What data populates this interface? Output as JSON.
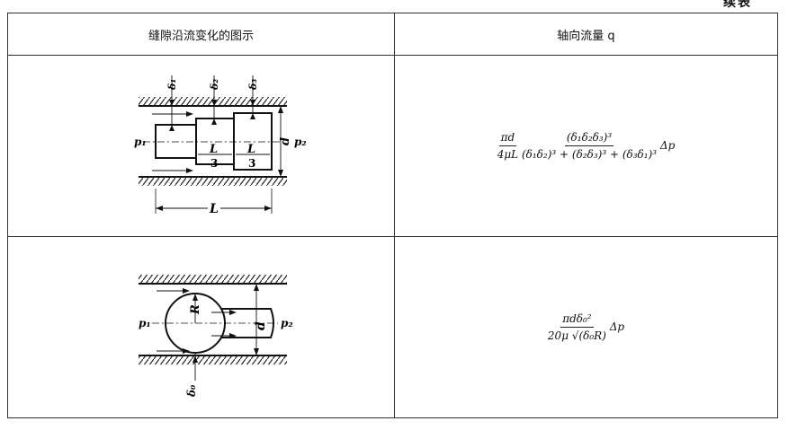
{
  "corner_label": "续表",
  "table": {
    "headers": [
      "缝隙沿流变化的图示",
      "轴向流量 q"
    ],
    "rows": [
      {
        "diagram_labels": {
          "delta1": "δ₁",
          "delta2": "δ₂",
          "delta3": "δ₃",
          "p1": "p₁",
          "p2": "p₂",
          "L3_num": "L",
          "L3_den": "3",
          "L": "L",
          "d": "d"
        },
        "formula": {
          "lead_num": "πd",
          "lead_den": "4μL",
          "main_num": "(δ₁δ₂δ₃)³",
          "main_den": "(δ₁δ₂)³ + (δ₂δ₃)³ + (δ₃δ₁)³",
          "tail": "Δp"
        }
      },
      {
        "diagram_labels": {
          "R": "R",
          "p1": "p₁",
          "p2": "p₂",
          "d": "d",
          "delta0": "δ₀"
        },
        "formula": {
          "num": "πdδ₀²",
          "den": "20μ √(δ₀R)",
          "tail": "Δp"
        }
      }
    ]
  }
}
